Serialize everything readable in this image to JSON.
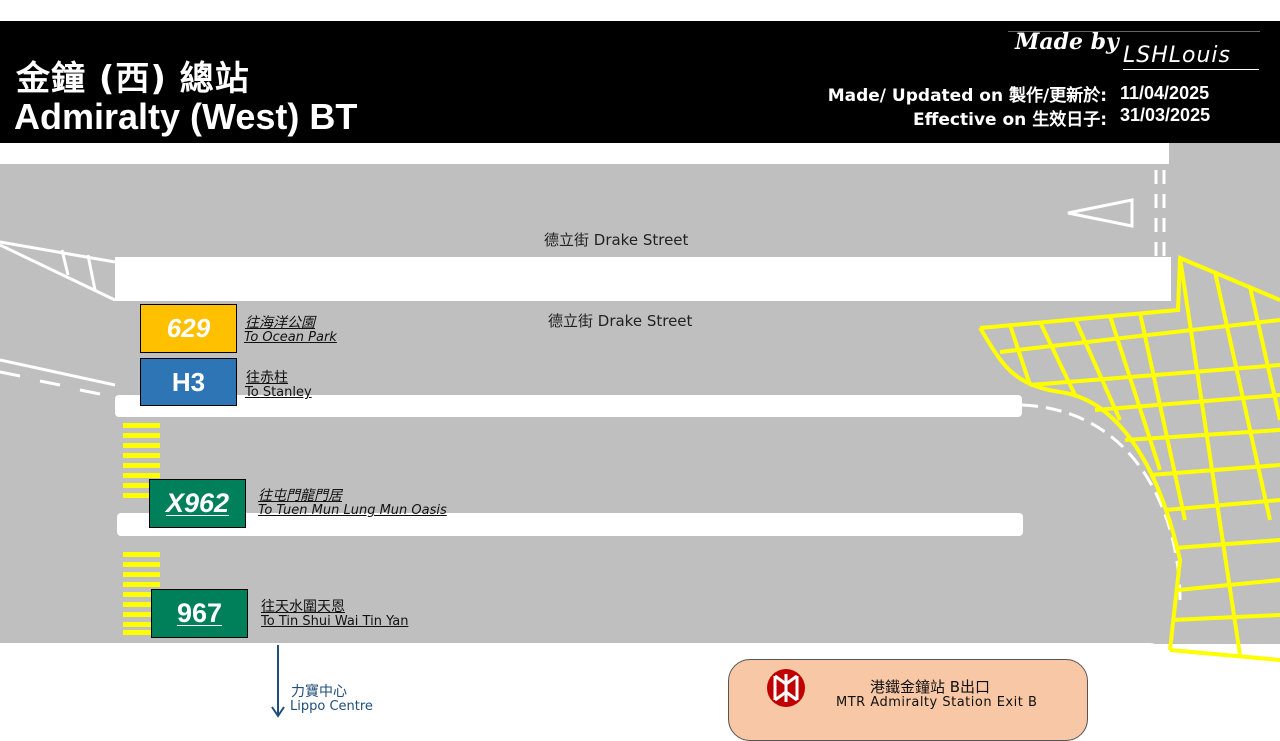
{
  "header": {
    "title_zh": "金鐘 (西) 總站",
    "title_en": "Admiralty (West) BT",
    "made_by_label": "Made by",
    "author": "LSHLouis",
    "updated_label": "Made/ Updated on 製作/更新於:",
    "updated_value": "11/04/2025",
    "effective_label": "Effective on 生效日子:",
    "effective_value": "31/03/2025"
  },
  "streets": {
    "upper": "德立街 Drake Street",
    "lower": "德立街 Drake Street"
  },
  "routes": [
    {
      "number": "629",
      "dest_zh": "往海洋公園",
      "dest_en": "To Ocean Park",
      "color": "#ffc000",
      "italic": true
    },
    {
      "number": "H3",
      "dest_zh": "往赤柱",
      "dest_en": "To Stanley",
      "color": "#2e75b6",
      "italic": false
    },
    {
      "number": "X962",
      "dest_zh": "往屯門龍門居",
      "dest_en": "To Tuen Mun Lung Mun Oasis",
      "color": "#00805a",
      "italic": true
    },
    {
      "number": "967",
      "dest_zh": "往天水圍天恩",
      "dest_en": "To Tin Shui Wai Tin Yan",
      "color": "#00805a",
      "italic": false
    }
  ],
  "landmarks": {
    "lippo_zh": "力寶中心",
    "lippo_en": "Lippo Centre",
    "mtr_zh": "港鐵金鐘站 B出口",
    "mtr_en": "MTR Admiralty Station Exit B"
  },
  "colors": {
    "road": "#bfbfbf",
    "yellow_marking": "#ffff00",
    "mtr_red": "#c00000",
    "mtr_box": "#f8c7a5"
  }
}
